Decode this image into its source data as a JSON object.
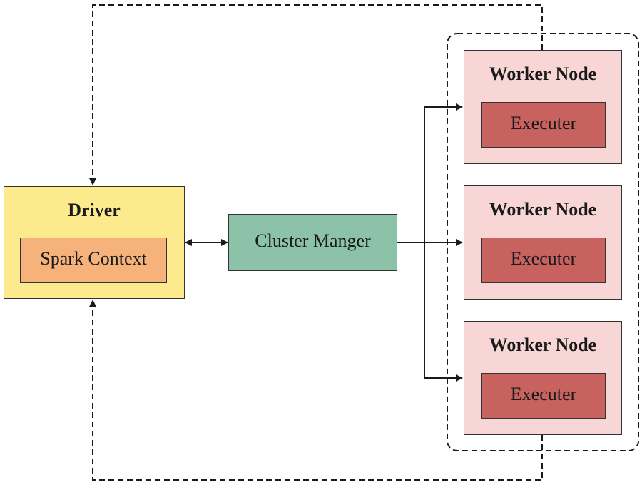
{
  "driver": {
    "title": "Driver",
    "context": "Spark Context"
  },
  "cluster_manager": {
    "label": "Cluster Manger"
  },
  "workers": [
    {
      "title": "Worker Node",
      "executer": "Executer"
    },
    {
      "title": "Worker Node",
      "executer": "Executer"
    },
    {
      "title": "Worker Node",
      "executer": "Executer"
    }
  ],
  "colors": {
    "driver": "#fdea8d",
    "spark_context": "#f6b27b",
    "cluster_manager": "#8cc3a8",
    "worker_node": "#f9d6d6",
    "executer": "#c7625f"
  }
}
